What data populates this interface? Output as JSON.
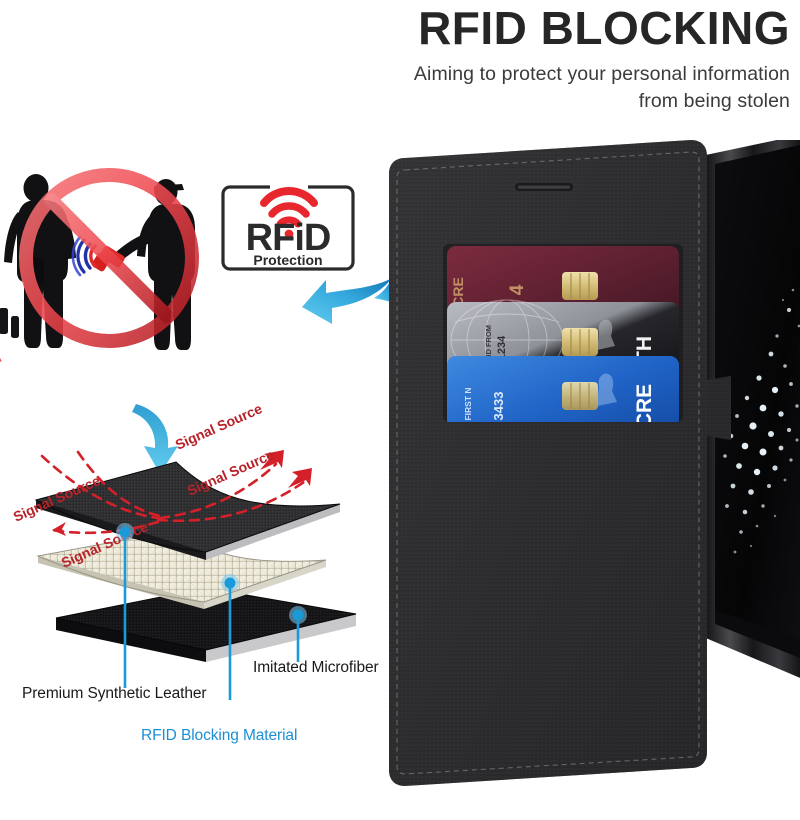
{
  "header": {
    "headline": "RFID BLOCKING",
    "subline_line1": "Aiming to protect your personal information",
    "subline_line2": "from being stolen"
  },
  "rfid_badge": {
    "main_text": "RFiD",
    "sub_text": "Protection",
    "signal_icon": "wifi-signal-icon",
    "signal_color": "#e8262d",
    "text_color": "#2b2b2b"
  },
  "thief_scene": {
    "icon": "rfid-skimming-prohibited-icon",
    "prohibition_color": "#e8333a",
    "victim": "victim-silhouette",
    "thief": "thief-silhouette",
    "scanner": "rfid-scanner-device",
    "scanner_color": "#e02a2a",
    "wave_colors": [
      "#2233aa",
      "#e02a2a"
    ]
  },
  "arrow_to_case": {
    "icon": "curved-arrow-icon",
    "color_light": "#5cc6ee",
    "color_dark": "#1b86c4"
  },
  "product": {
    "case_name": "flip-wallet-case",
    "case_color": "#2e2e2e",
    "speaker_slot": "speaker-grille",
    "phone_name": "smartphone",
    "screen_wallpaper": "particle-burst-wallpaper",
    "cards": [
      {
        "name": "card-maroon",
        "color": "#6d2538",
        "label_text": "CRE",
        "digits": "4"
      },
      {
        "name": "card-black",
        "color": "#1b1b1f",
        "label_text": "TH",
        "digits": "1234",
        "valid_from": "VALID FROM"
      },
      {
        "name": "card-blue",
        "color": "#1d63c4",
        "label_text": "CRE",
        "digits": "3433",
        "issuer": "FIRST N"
      }
    ],
    "chip": "emv-chip-icon",
    "chip_color": "#d9c27e"
  },
  "layers": {
    "down_arrow": "down-curved-arrow-icon",
    "down_arrow_color": "#3bb2e0",
    "signal_label": "Signal Source",
    "signal_color": "#d42028",
    "signal_count": 4,
    "layer_items": [
      {
        "name": "top-layer",
        "label": "Premium Synthetic Leather",
        "color": "#2e2e30",
        "label_color": "#1a1a1a"
      },
      {
        "name": "middle-layer",
        "label": "RFID Blocking Material",
        "color": "#e6e2cd",
        "label_color": "#1b8ed4"
      },
      {
        "name": "bottom-layer",
        "label": "Imitated Microfiber",
        "color": "#141416",
        "label_color": "#1a1a1a"
      }
    ],
    "callout_dot_color": "#1a9ad8"
  }
}
